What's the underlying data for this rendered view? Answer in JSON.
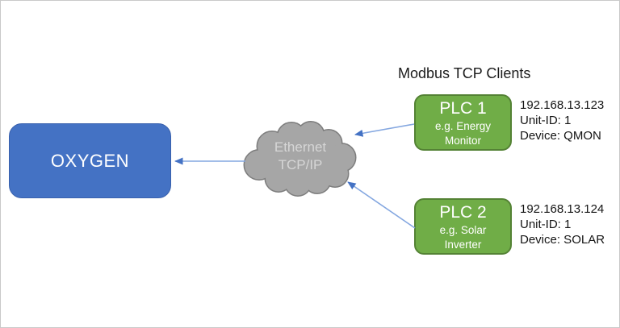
{
  "page": {
    "heading": "Modbus TCP Clients"
  },
  "server": {
    "label": "OXYGEN"
  },
  "network": {
    "line1": "Ethernet",
    "line2": "TCP/IP"
  },
  "clients": [
    {
      "name": "PLC 1",
      "role_line1": "e.g. Energy",
      "role_line2": "Monitor",
      "ip": "192.168.13.123",
      "unit": "Unit-ID: 1",
      "device": "Device: QMON"
    },
    {
      "name": "PLC 2",
      "role_line1": "e.g. Solar",
      "role_line2": "Inverter",
      "ip": "192.168.13.124",
      "unit": "Unit-ID: 1",
      "device": "Device: SOLAR"
    }
  ],
  "colors": {
    "server_fill": "#4472C4",
    "server_border": "#3961AD",
    "client_fill": "#70AD47",
    "client_border": "#548235",
    "cloud_fill": "#A6A6A6",
    "cloud_border": "#7D7D7D",
    "cloud_text": "#D6D6D6",
    "arrow_line": "#84A7E0",
    "arrow_head": "#4472C4"
  }
}
